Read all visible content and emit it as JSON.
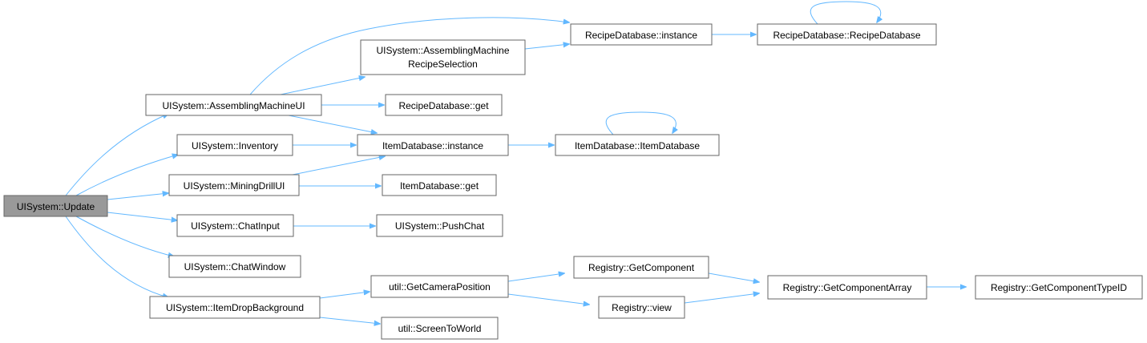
{
  "diagram": {
    "type": "call-graph",
    "colors": {
      "edge": "#63b8ff",
      "root_fill": "#999999",
      "node_border": "#666666"
    },
    "nodes": {
      "update": {
        "lines": [
          "UISystem::Update"
        ],
        "root": true
      },
      "assemblingUI": {
        "lines": [
          "UISystem::AssemblingMachineUI"
        ]
      },
      "inventory": {
        "lines": [
          "UISystem::Inventory"
        ]
      },
      "miningUI": {
        "lines": [
          "UISystem::MiningDrillUI"
        ]
      },
      "chatInput": {
        "lines": [
          "UISystem::ChatInput"
        ]
      },
      "chatWindow": {
        "lines": [
          "UISystem::ChatWindow"
        ]
      },
      "itemDrop": {
        "lines": [
          "UISystem::ItemDropBackground"
        ]
      },
      "recipeSel": {
        "lines": [
          "UISystem::AssemblingMachine",
          "RecipeSelection"
        ]
      },
      "recipeInst": {
        "lines": [
          "RecipeDatabase::instance"
        ]
      },
      "recipeDB": {
        "lines": [
          "RecipeDatabase::RecipeDatabase"
        ]
      },
      "recipeGet": {
        "lines": [
          "RecipeDatabase::get"
        ]
      },
      "itemInst": {
        "lines": [
          "ItemDatabase::instance"
        ]
      },
      "itemDB": {
        "lines": [
          "ItemDatabase::ItemDatabase"
        ]
      },
      "itemGet": {
        "lines": [
          "ItemDatabase::get"
        ]
      },
      "pushChat": {
        "lines": [
          "UISystem::PushChat"
        ]
      },
      "camPos": {
        "lines": [
          "util::GetCameraPosition"
        ]
      },
      "screenToWorld": {
        "lines": [
          "util::ScreenToWorld"
        ]
      },
      "regGetComp": {
        "lines": [
          "Registry::GetComponent"
        ]
      },
      "regView": {
        "lines": [
          "Registry::view"
        ]
      },
      "regGetArr": {
        "lines": [
          "Registry::GetComponentArray"
        ]
      },
      "regTypeID": {
        "lines": [
          "Registry::GetComponentTypeID"
        ]
      }
    },
    "edges": [
      [
        "update",
        "assemblingUI"
      ],
      [
        "update",
        "inventory"
      ],
      [
        "update",
        "miningUI"
      ],
      [
        "update",
        "chatInput"
      ],
      [
        "update",
        "chatWindow"
      ],
      [
        "update",
        "itemDrop"
      ],
      [
        "assemblingUI",
        "recipeInst"
      ],
      [
        "assemblingUI",
        "recipeSel"
      ],
      [
        "assemblingUI",
        "recipeGet"
      ],
      [
        "assemblingUI",
        "itemInst"
      ],
      [
        "recipeSel",
        "recipeInst"
      ],
      [
        "recipeInst",
        "recipeDB"
      ],
      [
        "recipeDB",
        "recipeDB"
      ],
      [
        "inventory",
        "itemInst"
      ],
      [
        "miningUI",
        "itemInst"
      ],
      [
        "miningUI",
        "itemGet"
      ],
      [
        "itemInst",
        "itemDB"
      ],
      [
        "itemDB",
        "itemDB"
      ],
      [
        "chatInput",
        "pushChat"
      ],
      [
        "itemDrop",
        "camPos"
      ],
      [
        "itemDrop",
        "screenToWorld"
      ],
      [
        "camPos",
        "regGetComp"
      ],
      [
        "camPos",
        "regView"
      ],
      [
        "regGetComp",
        "regGetArr"
      ],
      [
        "regView",
        "regGetArr"
      ],
      [
        "regGetArr",
        "regTypeID"
      ]
    ]
  }
}
